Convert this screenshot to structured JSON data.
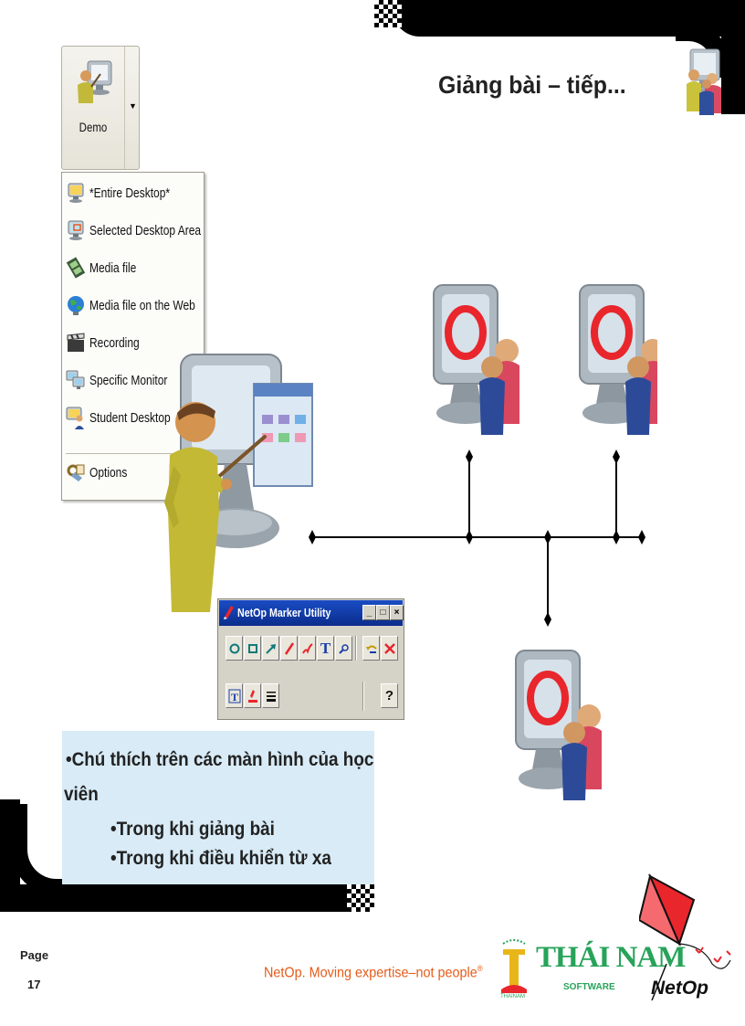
{
  "slide": {
    "title": "Giảng bài – tiếp..."
  },
  "demo_button": {
    "label": "Demo"
  },
  "demo_menu": {
    "items": [
      {
        "label": "*Entire Desktop*",
        "icon": "monitor-icon"
      },
      {
        "label": "Selected Desktop Area",
        "icon": "monitor-area-icon"
      },
      {
        "label": "Media file",
        "icon": "film-icon"
      },
      {
        "label": "Media file on the Web",
        "icon": "globe-icon"
      },
      {
        "label": "Recording",
        "icon": "clapperboard-icon"
      },
      {
        "label": "Specific Monitor",
        "icon": "monitors-icon"
      },
      {
        "label": "Student Desktop",
        "icon": "student-monitor-icon"
      },
      {
        "label": "Options",
        "icon": "options-icon"
      }
    ]
  },
  "marker_utility": {
    "title": "NetOp Marker Utility",
    "tools": [
      "circle-tool",
      "rectangle-tool",
      "arrow-tool",
      "line-tool",
      "freehand-tool",
      "text-tool",
      "zoom-tool",
      "undo-tool",
      "clear-tool"
    ],
    "text_tool_glyph": "T",
    "help_label": "?",
    "window_buttons": [
      "_",
      "□",
      "×"
    ]
  },
  "caption": {
    "line1": "•Chú thích trên các màn hình của học",
    "line2": "viên",
    "line3": "•Trong khi giảng bài",
    "line4": "•Trong khi điều khiển từ xa"
  },
  "footer": {
    "page_label": "Page",
    "page_number": "17",
    "slogan": "NetOp. Moving expertise–not people",
    "slogan_mark": "®",
    "company_name": "THÁI NAM",
    "company_sub": "SOFTWARE",
    "company_mini": "THÁINAM",
    "brand": "NetOp"
  },
  "colors": {
    "accent_red": "#e8262c",
    "caption_bg": "#d8ebf6",
    "slogan_orange": "#e45b18",
    "brand_green": "#27a35a",
    "title_bar_blue": "#1a4cc4"
  }
}
